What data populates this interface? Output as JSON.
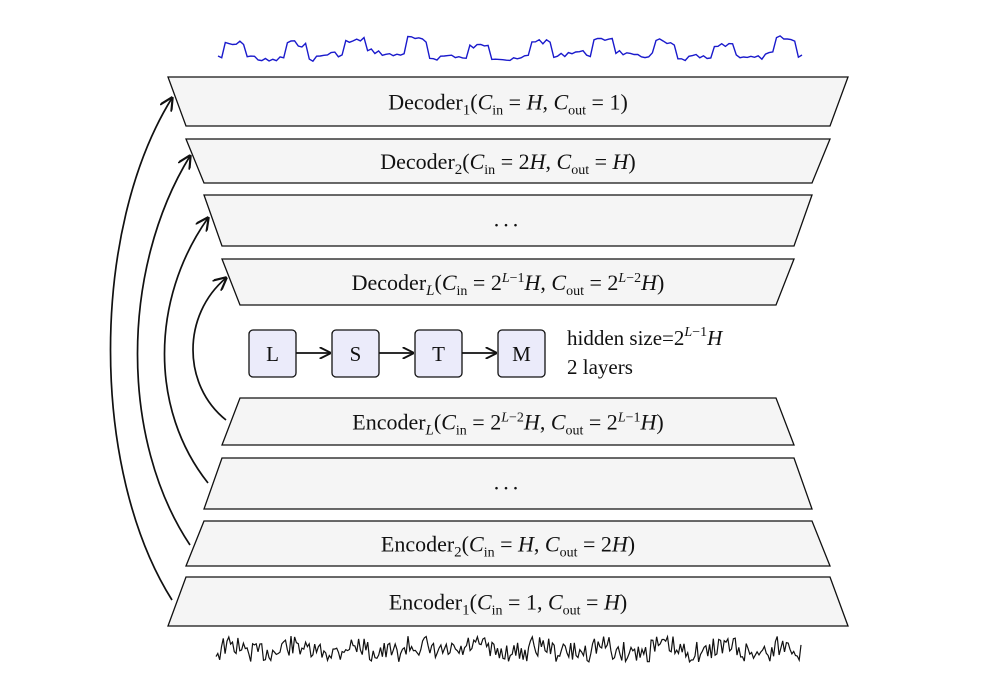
{
  "stages": [
    {
      "id": "decoder-1",
      "kind": "decoder",
      "label": "Decoder₁(C_in = H, C_out = 1)",
      "main": "Decoder",
      "sub": "1",
      "args": "(C_in = H, C_out = 1)"
    },
    {
      "id": "decoder-2",
      "kind": "decoder",
      "label": "Decoder₂(C_in = 2H, C_out = H)",
      "main": "Decoder",
      "sub": "2",
      "args": "(C_in = 2H, C_out = H)"
    },
    {
      "id": "decoder-dots",
      "kind": "dots",
      "label": "..."
    },
    {
      "id": "decoder-L",
      "kind": "decoder",
      "label": "Decoder_L(C_in = 2^(L−1)H, C_out = 2^(L−2)H)",
      "main": "Decoder",
      "sub": "L",
      "args": "(C_in = 2^(L−1)H, C_out = 2^(L−2)H)"
    },
    {
      "id": "encoder-L",
      "kind": "encoder",
      "label": "Encoder_L(C_in = 2^(L−2)H, C_out = 2^(L−1)H)",
      "main": "Encoder",
      "sub": "L",
      "args": "(C_in = 2^(L−2)H, C_out = 2^(L−1)H)"
    },
    {
      "id": "encoder-dots",
      "kind": "dots",
      "label": "..."
    },
    {
      "id": "encoder-2",
      "kind": "encoder",
      "label": "Encoder₂(C_in = H, C_out = 2H)",
      "main": "Encoder",
      "sub": "2",
      "args": "(C_in = H, C_out = 2H)"
    },
    {
      "id": "encoder-1",
      "kind": "encoder",
      "label": "Encoder₁(C_in = 1, C_out = H)",
      "main": "Encoder",
      "sub": "1",
      "args": "(C_in = 1, C_out = H)"
    }
  ],
  "lstm": {
    "letters": [
      "L",
      "S",
      "T",
      "M"
    ],
    "hidden_size": "hidden size=2^(L−1)H",
    "layers": "2 layers"
  },
  "colors": {
    "stage_fill": "#f5f5f5",
    "lstm_fill": "#ebebfa",
    "output_signal": "#1a1acc",
    "input_signal": "#111111"
  }
}
